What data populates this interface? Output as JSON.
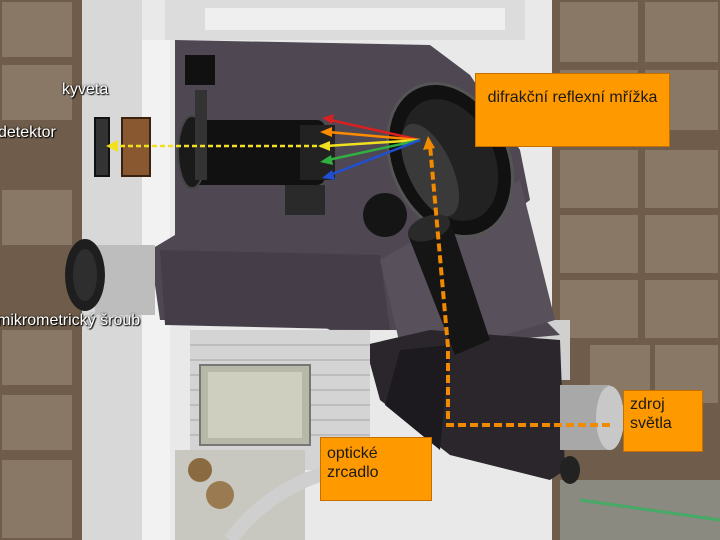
{
  "labels": {
    "kyveta": "kyveta",
    "detektor": "detektor",
    "mikrometricky": "mikrometrický šroub",
    "mrizka": "difrakční reflexní mřížka",
    "zdroj": "zdroj světla",
    "zrcadlo": "optické zrcadlo"
  },
  "colors": {
    "label_box": "#ff9900",
    "light_path": "#f08a00",
    "ray_red": "#d82020",
    "ray_orange": "#ff8a00",
    "ray_yellow": "#f0e020",
    "ray_green": "#30b040",
    "ray_blue": "#2050d0"
  }
}
